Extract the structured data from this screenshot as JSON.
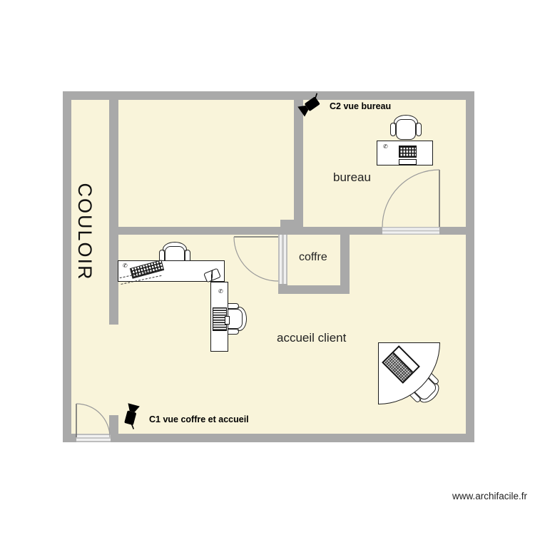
{
  "page": {
    "watermark": "www.archifacile.fr"
  },
  "plan": {
    "colors": {
      "floor": "#f9f4da",
      "wall": "#a9a9a9",
      "threshold": "#e0e0e0",
      "furniture_outline": "#1a1a1a"
    },
    "rooms": [
      {
        "id": "couloir",
        "label": "COULOIR"
      },
      {
        "id": "bureau",
        "label": "bureau"
      },
      {
        "id": "coffre",
        "label": "coffre"
      },
      {
        "id": "accueil",
        "label": "accueil client"
      }
    ],
    "cameras": [
      {
        "id": "C2",
        "label": "C2 vue bureau",
        "icon": "security-camera-icon"
      },
      {
        "id": "C1",
        "label": "C1 vue coffre et accueil",
        "icon": "security-camera-icon"
      }
    ],
    "icons": {
      "phone_glyph": "✆"
    }
  }
}
